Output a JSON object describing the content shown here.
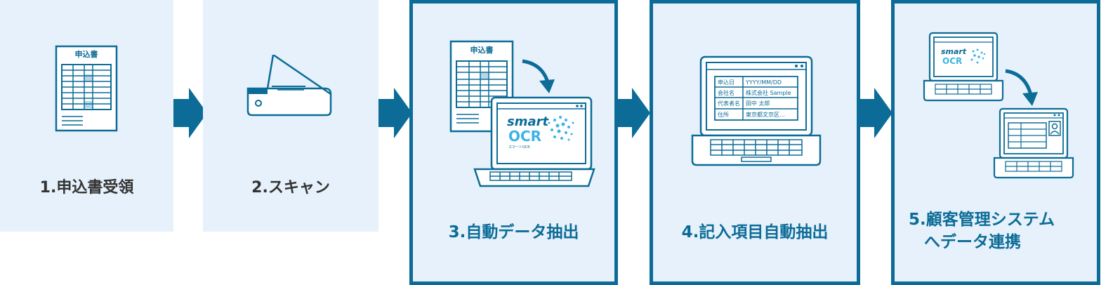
{
  "steps": [
    {
      "label": "1.申込書受領",
      "form_title": "申込書"
    },
    {
      "label": "2.スキャン"
    },
    {
      "label": "3.自動データ抽出",
      "form_title": "申込書"
    },
    {
      "label": "4.記入項目自動抽出"
    },
    {
      "label_line1": "5.顧客管理システム",
      "label_line2": "へデータ連携"
    }
  ],
  "logo": {
    "word": "smart",
    "mark": "OCR",
    "sub": "スマートOCR"
  },
  "form_fields": [
    {
      "label": "申込日",
      "value": "YYYY/MM/DD"
    },
    {
      "label": "会社名",
      "value": "株式会社 Sample"
    },
    {
      "label": "代表者名",
      "value": "田中 太郎"
    },
    {
      "label": "住所",
      "value": "東京都文京区…"
    }
  ],
  "colors": {
    "primary": "#0c6c97",
    "panel_bg": "#e6f1fb",
    "text_dark": "#333333",
    "accent_cyan": "#3cb4e6"
  }
}
